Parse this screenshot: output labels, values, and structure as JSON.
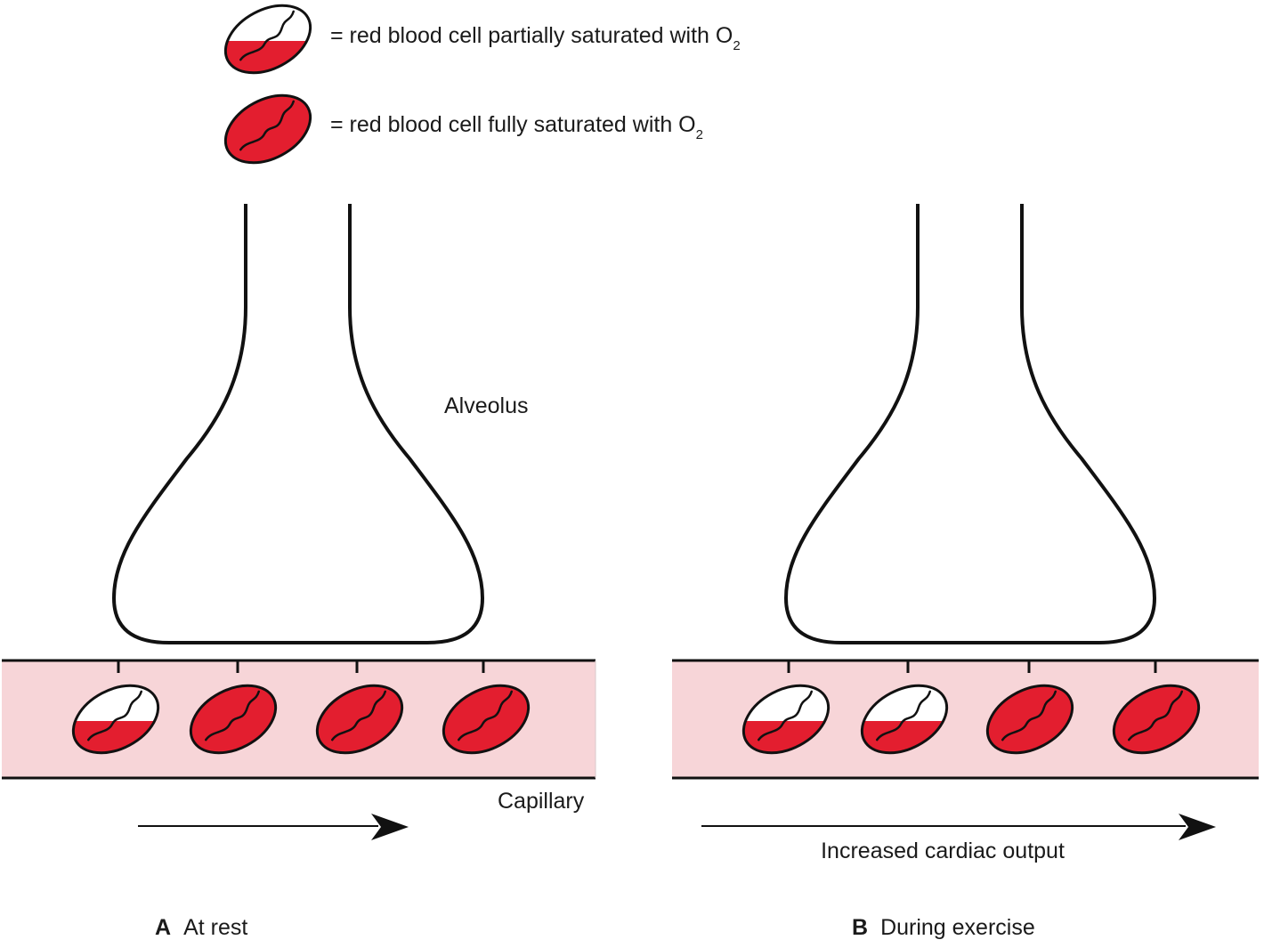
{
  "legend": [
    {
      "state": "partial",
      "text": "= red blood cell partially saturated with O",
      "subscript": "2"
    },
    {
      "state": "full",
      "text": "= red blood cell fully saturated with O",
      "subscript": "2"
    }
  ],
  "labels": {
    "alveolus": "Alveolus",
    "capillary": "Capillary",
    "increased_cardiac_output": "Increased cardiac output"
  },
  "panels": [
    {
      "letter": "A",
      "title": "At rest",
      "cells": [
        "partial",
        "full",
        "full",
        "full"
      ]
    },
    {
      "letter": "B",
      "title": "During exercise",
      "cells": [
        "partial",
        "partial",
        "full",
        "full"
      ]
    }
  ],
  "colors": {
    "blood": "#e31e2f",
    "capillary_fill": "#f7d5d8",
    "stroke": "#111111"
  }
}
